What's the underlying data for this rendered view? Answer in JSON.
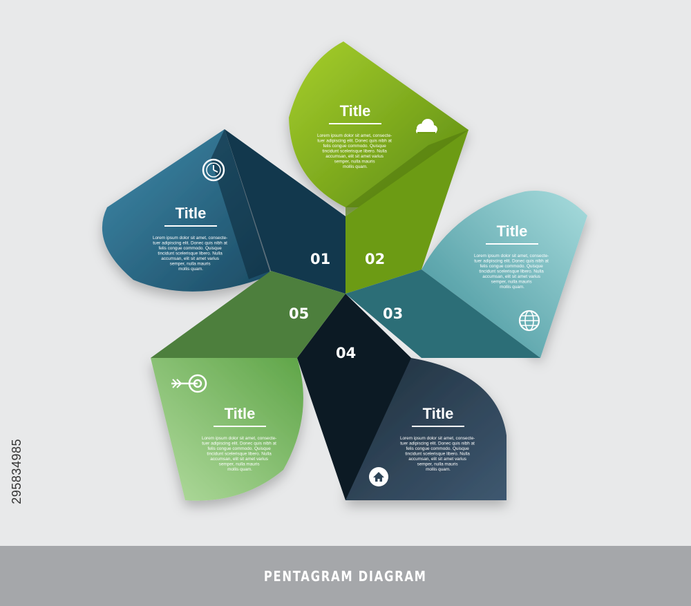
{
  "diagram": {
    "footer_title": "PENTAGRAM DIAGRAM",
    "side_id": "295834985",
    "segments": [
      {
        "number": "01",
        "title": "Title",
        "body": [
          "Lorem ipsum dolor sit amet, consecte-",
          "tuer adipiscing elit. Donec quis nibh at",
          "felis congue commodo. Quisque",
          "tincidunt scelerisque libero. Nulla",
          "accumsan, elit sit amet varius",
          "semper, nulla mauris",
          "mollis quam."
        ],
        "icon": "clock-icon",
        "color": "#2e6d8a"
      },
      {
        "number": "02",
        "title": "Title",
        "body": [
          "Lorem ipsum dolor sit amet, consecte-",
          "tuer adipiscing elit. Donec quis nibh at",
          "felis congue commodo. Quisque",
          "tincidunt scelerisque libero. Nulla",
          "accumsan, elit sit amet varius",
          "semper, nulla mauris",
          "mollis quam."
        ],
        "icon": "cloud-icon",
        "color": "#7fad1d"
      },
      {
        "number": "03",
        "title": "Title",
        "body": [
          "Lorem ipsum dolor sit amet, consecte-",
          "tuer adipiscing elit. Donec quis nibh at",
          "felis congue commodo. Quisque",
          "tincidunt scelerisque libero. Nulla",
          "accumsan, elit sit amet varius",
          "semper, nulla mauris",
          "mollis quam."
        ],
        "icon": "globe-icon",
        "color": "#6fb9bd"
      },
      {
        "number": "04",
        "title": "Title",
        "body": [
          "Lorem ipsum dolor sit amet, consecte-",
          "tuer adipiscing elit. Donec quis nibh at",
          "felis congue commodo. Quisque",
          "tincidunt scelerisque libero. Nulla",
          "accumsan, elit sit amet varius",
          "semper, nulla mauris",
          "mollis quam."
        ],
        "icon": "home-icon",
        "color": "#2a3e4f"
      },
      {
        "number": "05",
        "title": "Title",
        "body": [
          "Lorem ipsum dolor sit amet, consecte-",
          "tuer adipiscing elit. Donec quis nibh at",
          "felis congue commodo. Quisque",
          "tincidunt scelerisque libero. Nulla",
          "accumsan, elit sit amet varius",
          "semper, nulla mauris",
          "mollis quam."
        ],
        "icon": "target-arrow-icon",
        "color": "#8dc46f"
      }
    ]
  }
}
